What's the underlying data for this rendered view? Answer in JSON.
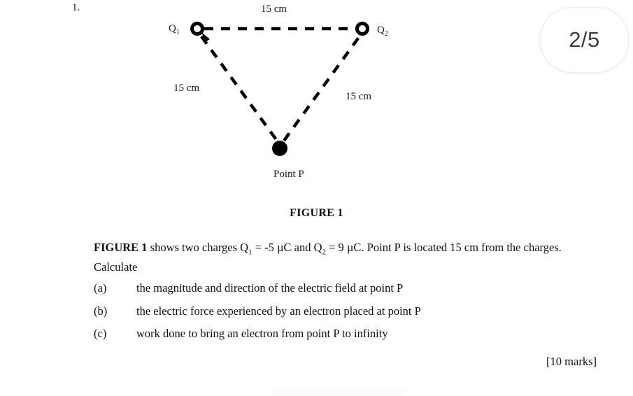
{
  "question": {
    "number": "1.",
    "marks": "[10 marks]"
  },
  "page_badge": {
    "label": "2/5",
    "current": 2,
    "total": 5
  },
  "figure": {
    "caption": "FIGURE 1",
    "labels": {
      "top_side": "15 cm",
      "left_side": "15 cm",
      "right_side": "15 cm",
      "point_p": "Point P"
    },
    "charges": {
      "q1_symbol": "Q",
      "q1_subscript": "1",
      "q2_symbol": "Q",
      "q2_subscript": "2"
    },
    "geometry": {
      "q1": [
        282,
        41
      ],
      "q2": [
        518,
        41
      ],
      "point_p": [
        400,
        212
      ],
      "line_style": "dashed",
      "q1_marker": "open-circle",
      "q2_marker": "open-circle",
      "p_marker": "filled-circle"
    }
  },
  "statement": {
    "lead": "FIGURE 1",
    "rest_part1": " shows two charges Q",
    "q1_sub": "1",
    "rest_part2": " = -5 µC and Q",
    "q2_sub": "2",
    "rest_part3": " = 9 µC. Point P is located 15 cm from the charges. Calculate"
  },
  "sub_questions": [
    {
      "marker": "(a)",
      "text": "the magnitude and direction of the electric field at point P"
    },
    {
      "marker": "(b)",
      "text": "the electric force experienced by an electron placed at point P"
    },
    {
      "marker": "(c)",
      "text": "work done to bring an electron from point P to infinity"
    }
  ],
  "colors": {
    "background": "#ffffff",
    "ink": "#101010",
    "badge_text": "#3c3c3c",
    "badge_border": "#ececec"
  }
}
